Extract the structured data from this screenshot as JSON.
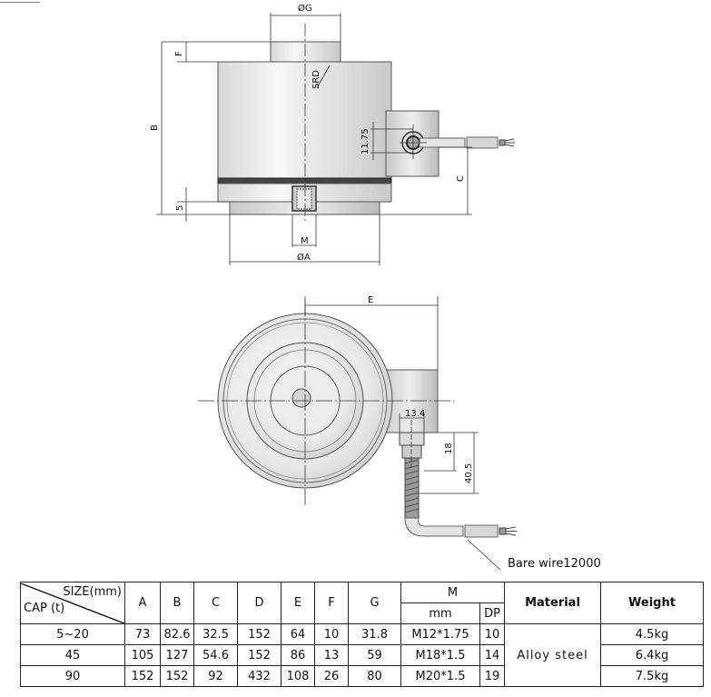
{
  "drawing": {
    "front": {
      "dia_g": "ØG",
      "f": "F",
      "b": "B",
      "srd": "SRD",
      "five": "5",
      "m": "M",
      "dia_a": "ØA",
      "d_1175": "11.75",
      "c": "C"
    },
    "top": {
      "e": "E",
      "d_134": "13.4",
      "d_18": "18",
      "d_405": "40.5",
      "bare_wire": "Bare wire12000"
    }
  },
  "table": {
    "size_label": "SIZE(mm)",
    "cap_label": "CAP (t)",
    "col_a": "A",
    "col_b": "B",
    "col_c": "C",
    "col_d": "D",
    "col_e": "E",
    "col_f": "F",
    "col_g": "G",
    "col_m": "M",
    "col_m_mm": "mm",
    "col_m_dp": "DP",
    "col_material": "Material",
    "col_weight": "Weight",
    "material": "Alloy steel",
    "rows": [
      {
        "cap": "5~20",
        "a": "73",
        "b": "82.6",
        "c": "32.5",
        "d": "152",
        "e": "64",
        "f": "10",
        "g": "31.8",
        "mm": "M12*1.75",
        "dp": "10",
        "weight": "4.5kg"
      },
      {
        "cap": "45",
        "a": "105",
        "b": "127",
        "c": "54.6",
        "d": "152",
        "e": "86",
        "f": "13",
        "g": "59",
        "mm": "M18*1.5",
        "dp": "14",
        "weight": "6.4kg"
      },
      {
        "cap": "90",
        "a": "152",
        "b": "152",
        "c": "92",
        "d": "432",
        "e": "108",
        "f": "26",
        "g": "80",
        "mm": "M20*1.5",
        "dp": "19",
        "weight": "7.5kg"
      }
    ]
  }
}
